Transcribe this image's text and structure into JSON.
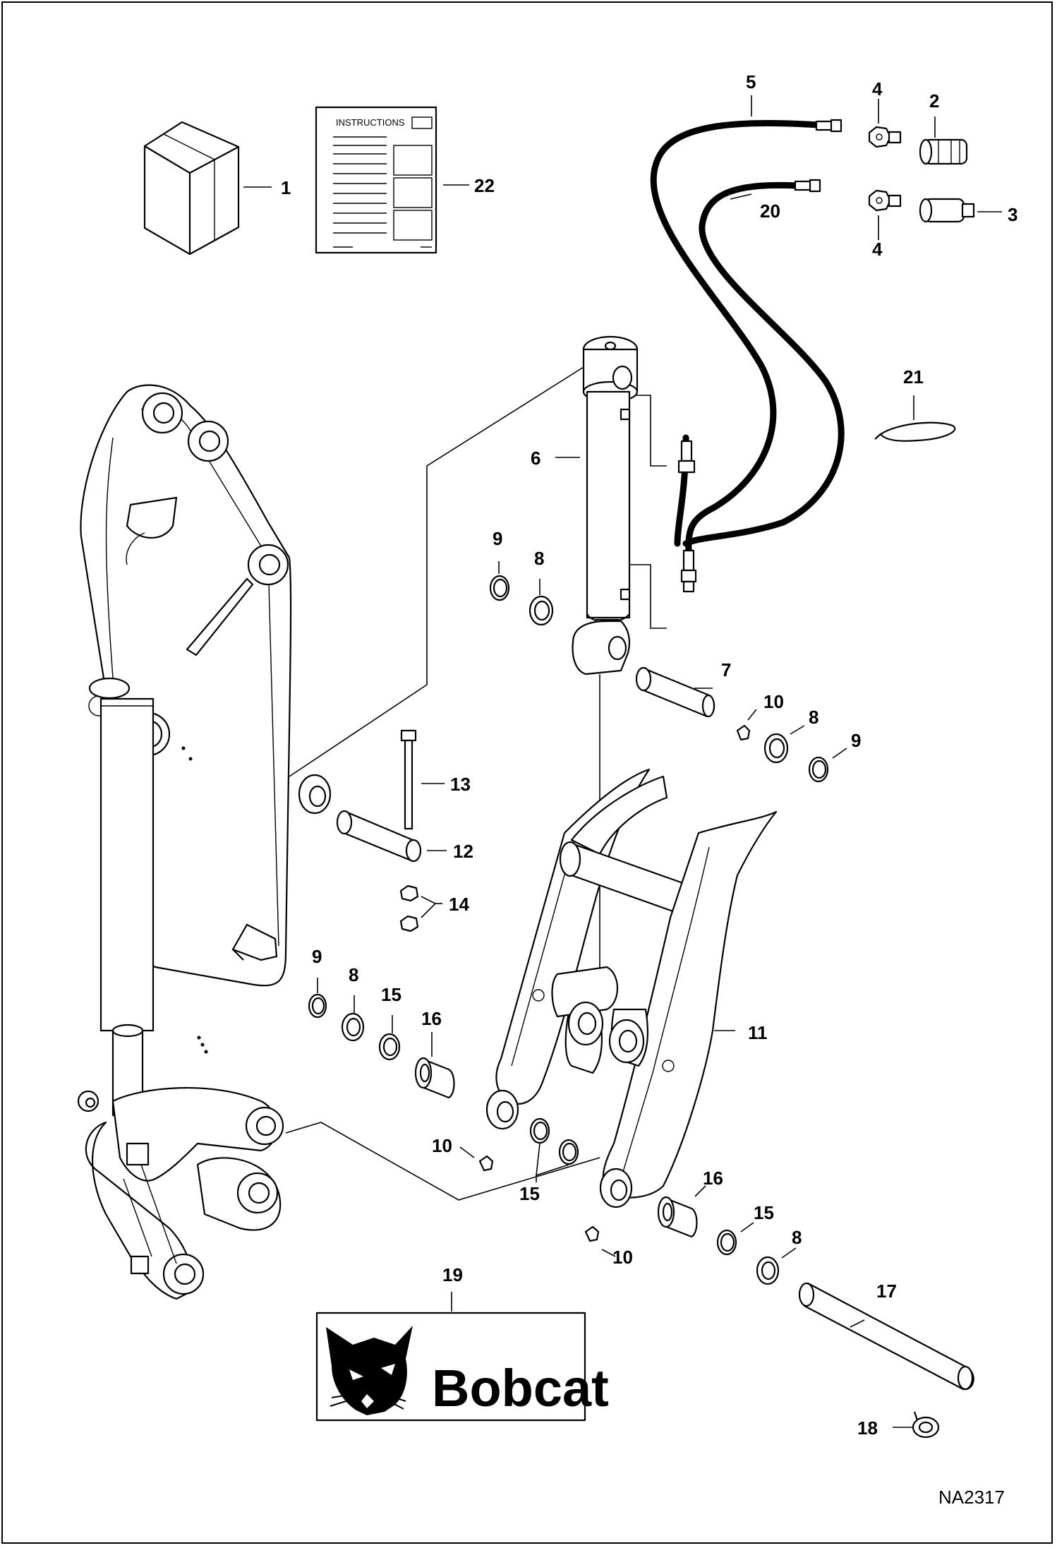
{
  "instructions_card": {
    "heading": "INSTRUCTIONS"
  },
  "decal": {
    "brand": "Bobcat"
  },
  "drawing_id": "NA2317",
  "callouts": [
    {
      "id": "c1",
      "label": "1"
    },
    {
      "id": "c2",
      "label": "2"
    },
    {
      "id": "c3",
      "label": "3"
    },
    {
      "id": "c4a",
      "label": "4"
    },
    {
      "id": "c4b",
      "label": "4"
    },
    {
      "id": "c5",
      "label": "5"
    },
    {
      "id": "c6",
      "label": "6"
    },
    {
      "id": "c7",
      "label": "7"
    },
    {
      "id": "c8a",
      "label": "8"
    },
    {
      "id": "c8b",
      "label": "8"
    },
    {
      "id": "c8c",
      "label": "8"
    },
    {
      "id": "c8d",
      "label": "8"
    },
    {
      "id": "c9a",
      "label": "9"
    },
    {
      "id": "c9b",
      "label": "9"
    },
    {
      "id": "c9c",
      "label": "9"
    },
    {
      "id": "c10a",
      "label": "10"
    },
    {
      "id": "c10b",
      "label": "10"
    },
    {
      "id": "c10c",
      "label": "10"
    },
    {
      "id": "c11",
      "label": "11"
    },
    {
      "id": "c12",
      "label": "12"
    },
    {
      "id": "c13",
      "label": "13"
    },
    {
      "id": "c14",
      "label": "14"
    },
    {
      "id": "c15a",
      "label": "15"
    },
    {
      "id": "c15b",
      "label": "15"
    },
    {
      "id": "c15c",
      "label": "15"
    },
    {
      "id": "c16a",
      "label": "16"
    },
    {
      "id": "c16b",
      "label": "16"
    },
    {
      "id": "c17",
      "label": "17"
    },
    {
      "id": "c18",
      "label": "18"
    },
    {
      "id": "c19",
      "label": "19"
    },
    {
      "id": "c20",
      "label": "20"
    },
    {
      "id": "c21",
      "label": "21"
    },
    {
      "id": "c22",
      "label": "22"
    }
  ]
}
